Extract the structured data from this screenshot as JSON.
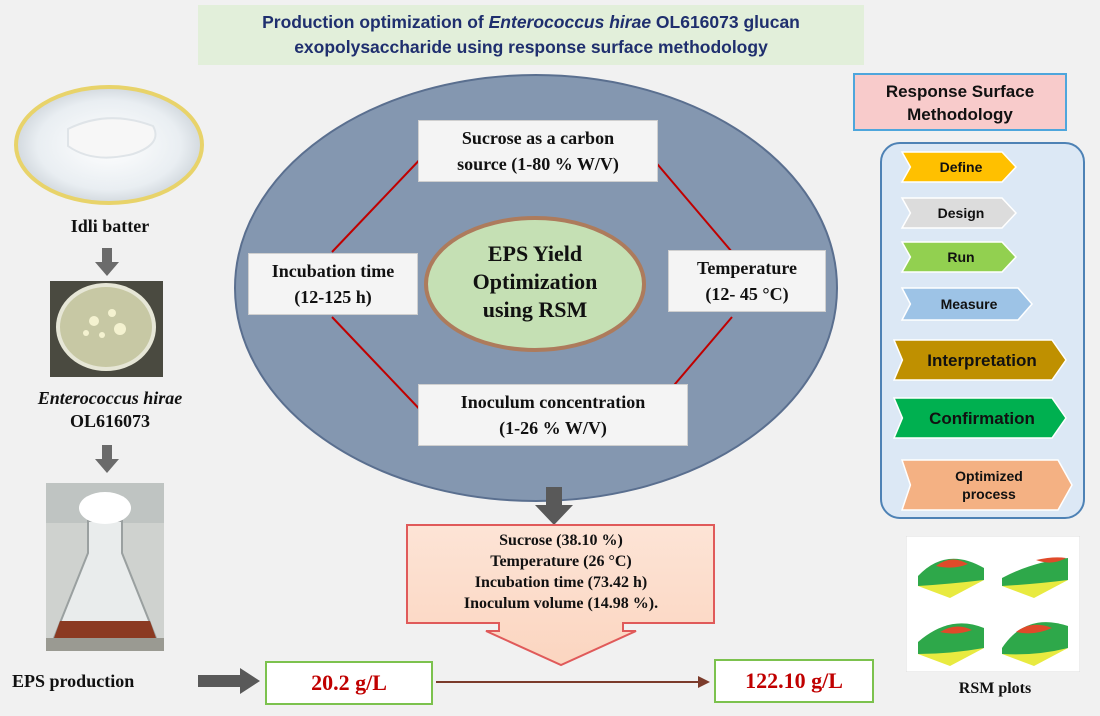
{
  "title": {
    "line1_prefix": "Production optimization of ",
    "line1_italic": "Enterococcus hirae",
    "line1_suffix": " OL616073 glucan",
    "line2": "exopolysaccharide using response surface methodology"
  },
  "left_column": {
    "idli_label": "Idli batter",
    "organism_italic": "Enterococcus hirae",
    "organism_code": "OL616073",
    "eps_label": "EPS production"
  },
  "center": {
    "core_text": [
      "EPS Yield",
      "Optimization",
      "using RSM"
    ],
    "factors": {
      "sucrose": [
        "Sucrose as a carbon",
        "source (1-80 % W/V)"
      ],
      "incubation": [
        "Incubation time",
        "(12-125 h)"
      ],
      "temperature": [
        "Temperature",
        "(12- 45 °C)"
      ],
      "inoculum": [
        "Inoculum concentration",
        "(1-26 % W/V)"
      ]
    }
  },
  "optimized_conditions": [
    "Sucrose (38.10 %)",
    "Temperature (26 °C)",
    "Incubation time (73.42 h)",
    "Inoculum volume (14.98 %)."
  ],
  "results": {
    "before": "20.2 g/L",
    "after": "122.10 g/L"
  },
  "rsm": {
    "header": [
      "Response Surface",
      "Methodology"
    ],
    "steps": [
      {
        "label": "Define",
        "color": "#ffc000"
      },
      {
        "label": "Design",
        "color": "#dcdcdc"
      },
      {
        "label": "Run",
        "color": "#92d050"
      },
      {
        "label": "Measure",
        "color": "#9dc3e6"
      },
      {
        "label": "Interpretation",
        "color": "#bf9000"
      },
      {
        "label": "Confirmation",
        "color": "#00b050"
      },
      {
        "label": "Optimized process",
        "color": "#f4b183"
      }
    ],
    "plots_label": "RSM plots"
  },
  "colors": {
    "ellipse": "#8497b0",
    "core": "#c5e0b4",
    "title_text": "#1f2f6e",
    "result_text": "#c00000",
    "arrow": "#595959"
  }
}
